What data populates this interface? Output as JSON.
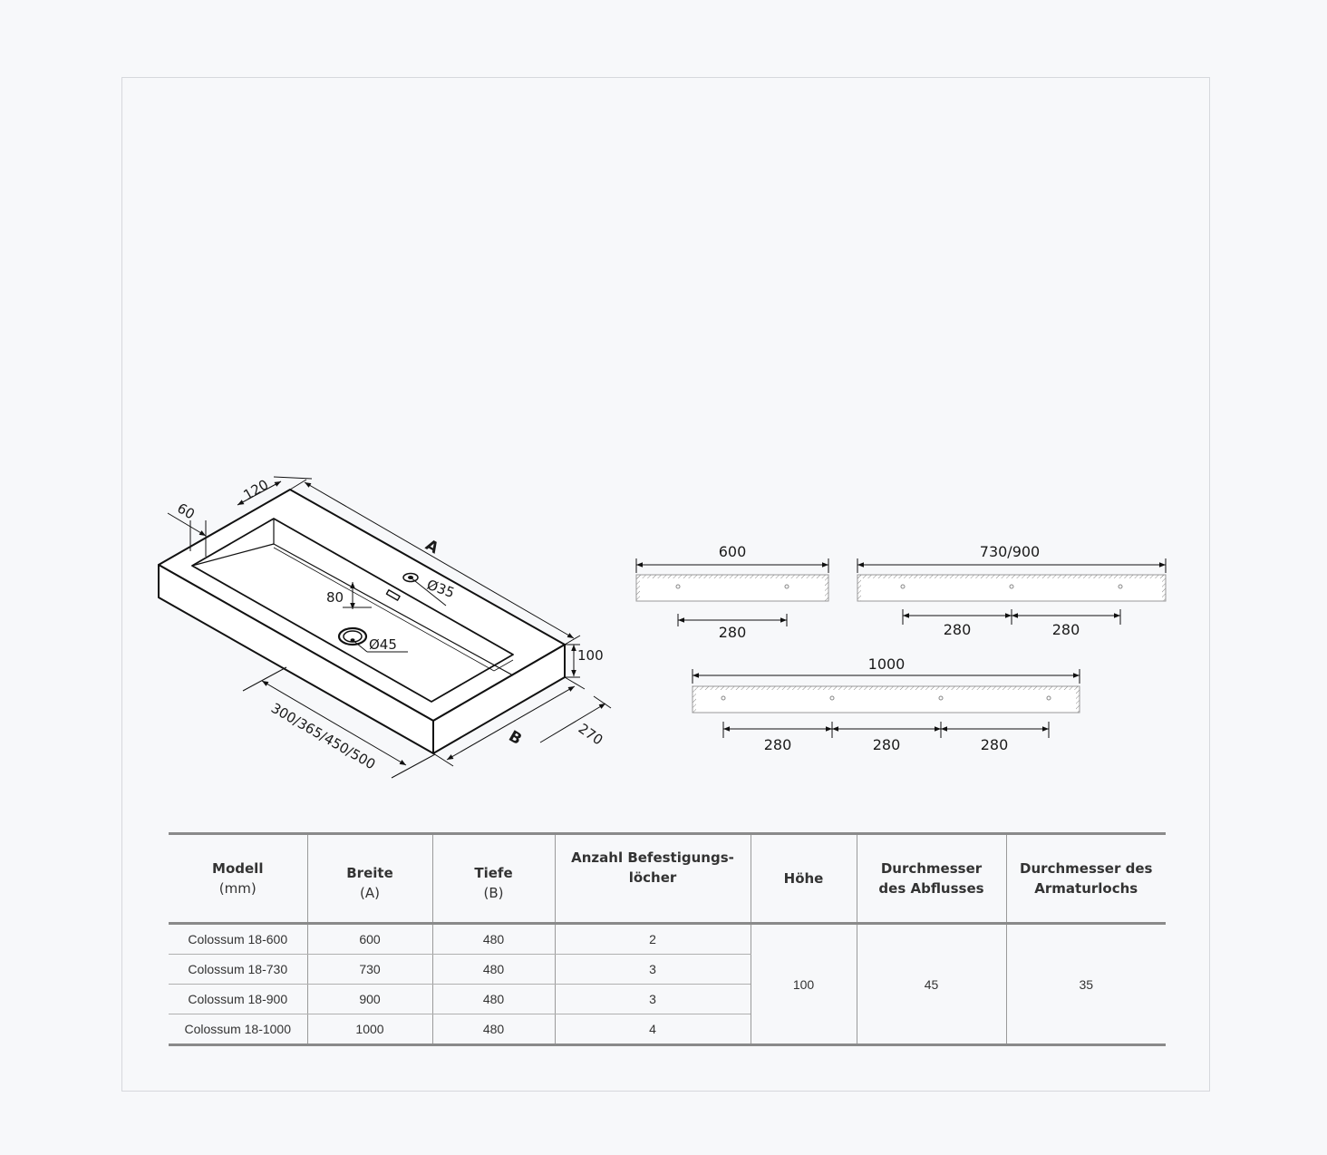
{
  "drawing": {
    "iso": {
      "dim_A": "A",
      "dim_B": "B",
      "dim_120": "120",
      "dim_60": "60",
      "dim_80": "80",
      "dim_35": "Ø35",
      "dim_45": "Ø45",
      "dim_100": "100",
      "dim_270": "270",
      "dim_depths": "300/365/450/500"
    },
    "bar600": {
      "width": "600",
      "spacing": "280"
    },
    "bar730": {
      "width": "730/900",
      "spacing_1": "280",
      "spacing_2": "280"
    },
    "bar1000": {
      "width": "1000",
      "spacing_1": "280",
      "spacing_2": "280",
      "spacing_3": "280"
    }
  },
  "table": {
    "headers": {
      "model": "Modell",
      "model_unit": "(mm)",
      "width": "Breite",
      "width_key": "(A)",
      "depth": "Tiefe",
      "depth_key": "(B)",
      "holes_1": "Anzahl Befestigungs-",
      "holes_2": "löcher",
      "height": "Höhe",
      "drain_1": "Durchmesser",
      "drain_2": "des Abflusses",
      "tap_1": "Durchmesser des",
      "tap_2": "Armaturlochs"
    },
    "rows": [
      {
        "model": "Colossum 18-600",
        "width": "600",
        "depth": "480",
        "holes": "2"
      },
      {
        "model": "Colossum 18-730",
        "width": "730",
        "depth": "480",
        "holes": "3"
      },
      {
        "model": "Colossum 18-900",
        "width": "900",
        "depth": "480",
        "holes": "3"
      },
      {
        "model": "Colossum 18-1000",
        "width": "1000",
        "depth": "480",
        "holes": "4"
      }
    ],
    "shared": {
      "height": "100",
      "drain": "45",
      "tap": "35"
    }
  }
}
